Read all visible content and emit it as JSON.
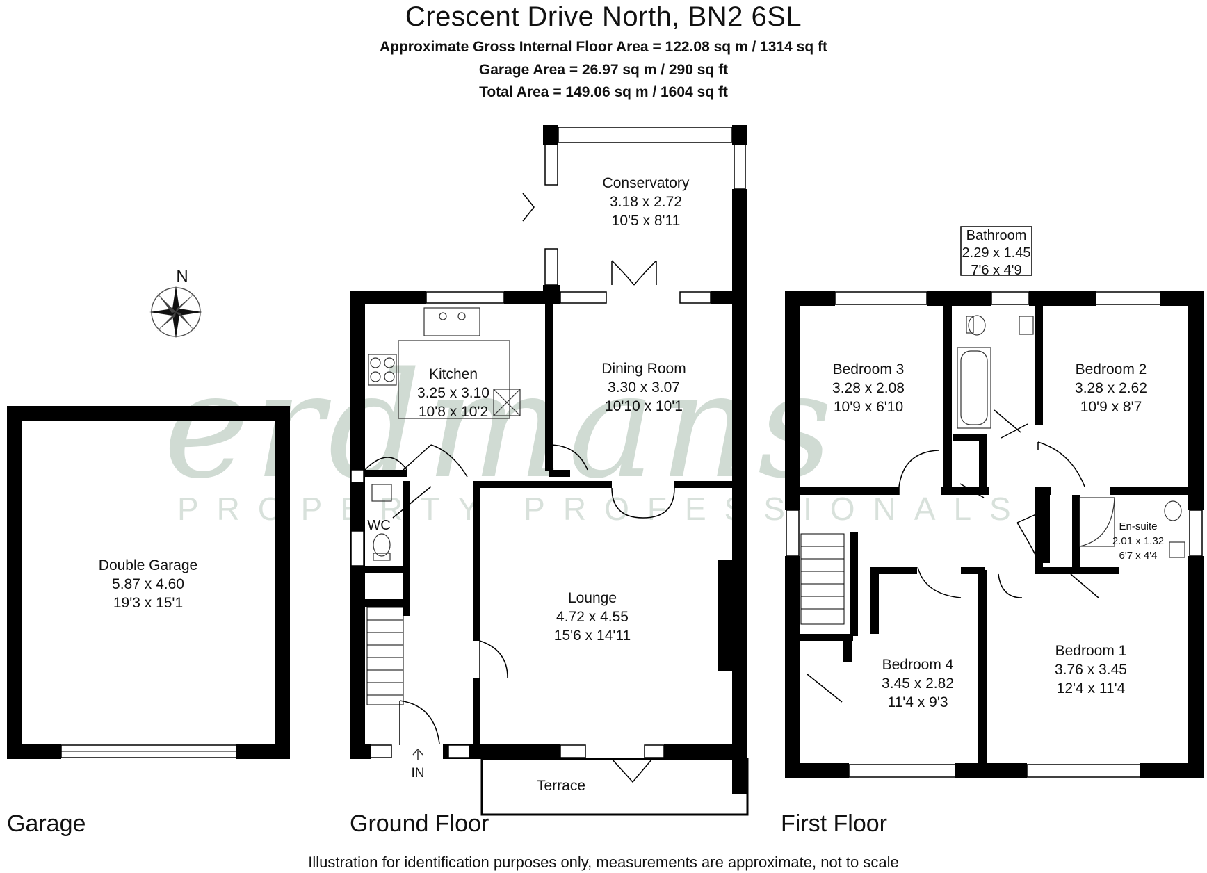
{
  "header": {
    "title": "Crescent Drive North, BN2 6SL",
    "gross_internal": "Approximate Gross Internal Floor Area = 122.08 sq m / 1314 sq ft",
    "garage_area": "Garage Area = 26.97 sq m / 290 sq ft",
    "total_area": "Total Area = 149.06 sq m / 1604 sq ft"
  },
  "compass": {
    "label": "N"
  },
  "watermark": {
    "word": "erdmans",
    "tagline": "PROPERTY PROFESSIONALS"
  },
  "floors": {
    "garage": "Garage",
    "ground": "Ground Floor",
    "first": "First Floor"
  },
  "rooms": {
    "double_garage": {
      "name": "Double Garage",
      "metric": "5.87 x 4.60",
      "imperial": "19'3 x 15'1"
    },
    "conservatory": {
      "name": "Conservatory",
      "metric": "3.18 x 2.72",
      "imperial": "10'5 x 8'11"
    },
    "kitchen": {
      "name": "Kitchen",
      "metric": "3.25 x 3.10",
      "imperial": "10'8 x 10'2"
    },
    "dining": {
      "name": "Dining Room",
      "metric": "3.30 x 3.07",
      "imperial": "10'10 x 10'1"
    },
    "wc": {
      "name": "WC"
    },
    "lounge": {
      "name": "Lounge",
      "metric": "4.72 x 4.55",
      "imperial": "15'6 x 14'11"
    },
    "terrace": {
      "name": "Terrace"
    },
    "entrance": {
      "name": "IN"
    },
    "bathroom": {
      "name": "Bathroom",
      "metric": "2.29 x 1.45",
      "imperial": "7'6 x 4'9"
    },
    "bedroom3": {
      "name": "Bedroom 3",
      "metric": "3.28 x 2.08",
      "imperial": "10'9 x 6'10"
    },
    "bedroom2": {
      "name": "Bedroom 2",
      "metric": "3.28 x 2.62",
      "imperial": "10'9 x 8'7"
    },
    "ensuite": {
      "name": "En-suite",
      "metric": "2.01 x 1.32",
      "imperial": "6'7 x 4'4"
    },
    "bedroom4": {
      "name": "Bedroom 4",
      "metric": "3.45 x 2.82",
      "imperial": "11'4 x 9'3"
    },
    "bedroom1": {
      "name": "Bedroom 1",
      "metric": "3.76 x 3.45",
      "imperial": "12'4 x 11'4"
    }
  },
  "footer": {
    "disclaimer": "Illustration for identification purposes only, measurements are approximate, not to scale"
  },
  "colors": {
    "wall": "#000000",
    "window": "#ffffff",
    "watermark": "#aabeaf"
  }
}
